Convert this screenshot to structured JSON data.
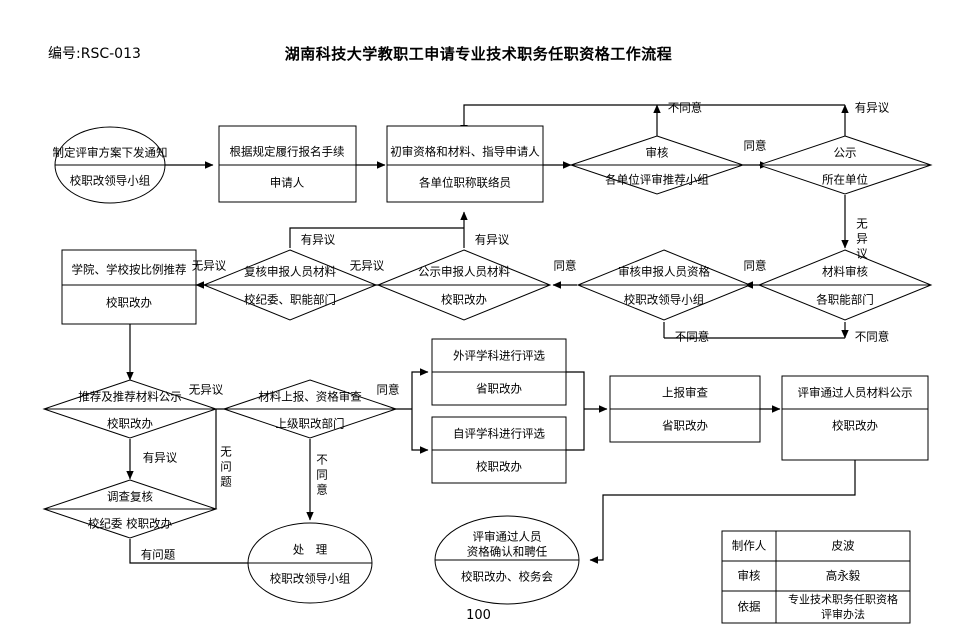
{
  "header": {
    "doc_number": "编号:RSC-013",
    "title": "湖南科技大学教职工申请专业技术职务任职资格工作流程",
    "page_number": "100"
  },
  "chart_data": {
    "type": "diagram",
    "title": "湖南科技大学教职工申请专业技术职务任职资格工作流程",
    "nodes": [
      {
        "id": "n1",
        "shape": "ellipse",
        "line1": "制定评审方案下发通知",
        "line2": "校职改领导小组"
      },
      {
        "id": "n2",
        "shape": "rect",
        "line1": "根据规定履行报名手续",
        "line2": "申请人"
      },
      {
        "id": "n3",
        "shape": "rect",
        "line1": "初审资格和材料、指导申请人",
        "line2": "各单位职称联络员"
      },
      {
        "id": "n4",
        "shape": "diamond",
        "line1": "审核",
        "line2": "各单位评审推荐小组"
      },
      {
        "id": "n5",
        "shape": "diamond",
        "line1": "公示",
        "line2": "所在单位"
      },
      {
        "id": "n6",
        "shape": "diamond",
        "line1": "材料审核",
        "line2": "各职能部门"
      },
      {
        "id": "n7",
        "shape": "diamond",
        "line1": "审核申报人员资格",
        "line2": "校职改领导小组"
      },
      {
        "id": "n8",
        "shape": "diamond",
        "line1": "公示申报人员材料",
        "line2": "校职改办"
      },
      {
        "id": "n9",
        "shape": "diamond",
        "line1": "复核申报人员材料",
        "line2": "校纪委、职能部门"
      },
      {
        "id": "n10",
        "shape": "rect",
        "line1": "学院、学校按比例推荐",
        "line2": "校职改办"
      },
      {
        "id": "n11",
        "shape": "diamond",
        "line1": "推荐及推荐材料公示",
        "line2": "校职改办"
      },
      {
        "id": "n12",
        "shape": "diamond",
        "line1": "调查复核",
        "line2": "校纪委 校职改办"
      },
      {
        "id": "n13",
        "shape": "diamond",
        "line1": "材料上报、资格审查",
        "line2": "上级职改部门"
      },
      {
        "id": "n14",
        "shape": "rect",
        "line1": "外评学科进行评选",
        "line2": "省职改办"
      },
      {
        "id": "n15",
        "shape": "rect",
        "line1": "自评学科进行评选",
        "line2": "校职改办"
      },
      {
        "id": "n16",
        "shape": "rect",
        "line1": "上报审查",
        "line2": "省职改办"
      },
      {
        "id": "n17",
        "shape": "rect",
        "line1": "评审通过人员材料公示",
        "line2": "校职改办"
      },
      {
        "id": "n18",
        "shape": "ellipse",
        "line1": "处　理",
        "line2": "校职改领导小组"
      },
      {
        "id": "n19",
        "shape": "ellipse",
        "line1a": "评审通过人员",
        "line1b": "资格确认和聘任",
        "line2": "校职改办、校务会"
      }
    ],
    "edge_labels": [
      {
        "id": "e1",
        "text": "不同意",
        "from": "n4",
        "note": "上行回流至初审"
      },
      {
        "id": "e2",
        "text": "同意",
        "from": "n4",
        "to": "n5"
      },
      {
        "id": "e3",
        "text": "有异议",
        "from": "n5",
        "note": "上行回流至初审"
      },
      {
        "id": "e4",
        "text": "无异议",
        "from": "n5",
        "to": "n6"
      },
      {
        "id": "e5",
        "text": "不同意",
        "from": "n6",
        "note": "下行回流"
      },
      {
        "id": "e6",
        "text": "同意",
        "from": "n6",
        "to": "n7"
      },
      {
        "id": "e7",
        "text": "不同意",
        "from": "n7",
        "note": "下行回流"
      },
      {
        "id": "e8",
        "text": "同意",
        "from": "n7",
        "to": "n8"
      },
      {
        "id": "e9",
        "text": "有异议",
        "from": "n8",
        "note": "上行回流至初审"
      },
      {
        "id": "e10",
        "text": "无异议",
        "from": "n8",
        "to": "n9"
      },
      {
        "id": "e11",
        "text": "有异议",
        "from": "n9",
        "note": "上行回流至初审"
      },
      {
        "id": "e12",
        "text": "无异议",
        "from": "n9",
        "to": "n10"
      },
      {
        "id": "e13",
        "text": "无异议",
        "from": "n11",
        "to": "n13"
      },
      {
        "id": "e14",
        "text": "有异议",
        "from": "n11",
        "to": "n12"
      },
      {
        "id": "e15",
        "text": "无问题",
        "from": "n12",
        "note": "回流至无异议线"
      },
      {
        "id": "e16",
        "text": "有问题",
        "from": "n12",
        "to": "n18"
      },
      {
        "id": "e17",
        "text": "同意",
        "from": "n13",
        "to": "n14"
      },
      {
        "id": "e18",
        "text": "不同意",
        "from": "n13",
        "to": "n18"
      }
    ],
    "info_table": {
      "rows": [
        {
          "label": "制作人",
          "value": "皮波"
        },
        {
          "label": "审核",
          "value": "高永毅"
        },
        {
          "label": "依据",
          "value_line1": "专业技术职务任职资格",
          "value_line2": "评审办法"
        }
      ]
    }
  }
}
